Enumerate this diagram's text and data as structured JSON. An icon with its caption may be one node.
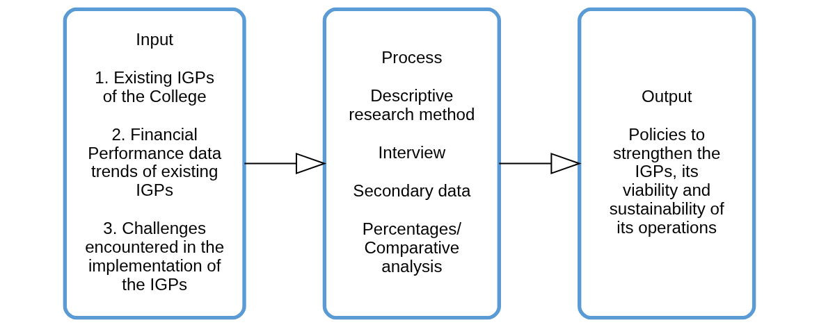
{
  "diagram": {
    "nodes": [
      {
        "text": [
          "Input",
          "1. Existing IGPs of the College",
          "2. Financial Performance data trends of existing IGPs",
          "3. Challenges encountered in the implementation of the IGPs"
        ]
      },
      {
        "text": [
          "Process",
          "Descriptive research method",
          "Interview",
          "Secondary data",
          "Percentages/ Comparative analysis"
        ]
      },
      {
        "text": [
          "Output",
          "Policies to strengthen the IGPs, its viability and sustainability of its operations"
        ]
      }
    ],
    "edges": [
      {
        "from": 0,
        "to": 1,
        "arrow": "to"
      },
      {
        "from": 1,
        "to": 2,
        "arrow": "to"
      }
    ]
  }
}
